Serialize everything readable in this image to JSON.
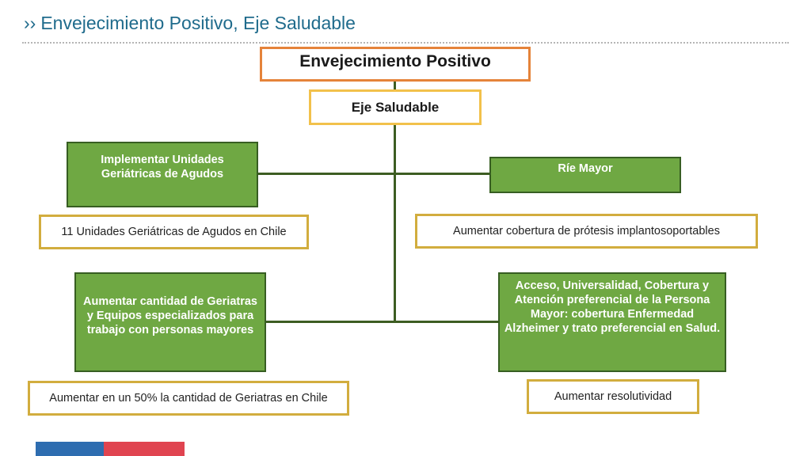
{
  "header": {
    "chevrons": "››",
    "title": "Envejecimiento Positivo, Eje Saludable"
  },
  "diagram": {
    "root": "Envejecimiento Positivo",
    "eje": "Eje Saludable",
    "left_1": "Implementar Unidades Geriátricas de Agudos",
    "left_1_goal": "11 Unidades Geriátricas de Agudos en Chile",
    "right_1": "Ríe Mayor",
    "right_1_goal": "Aumentar cobertura de prótesis implantosoportables",
    "left_2": "Aumentar cantidad de Geriatras y Equipos especializados para trabajo con personas mayores",
    "left_2_goal": "Aumentar en un 50% la cantidad de Geriatras en Chile",
    "right_2": "Acceso, Universalidad, Cobertura y Atención preferencial de la Persona Mayor: cobertura Enfermedad Alzheimer y trato preferencial en Salud.",
    "right_2_goal": "Aumentar resolutividad"
  },
  "colors": {
    "title": "#1f6b8c",
    "root_border": "#e5833a",
    "eje_border": "#f2c14b",
    "green_fill": "#6fa843",
    "green_border": "#375e22",
    "goal_border": "#d2ad3e",
    "connector": "#3d5d22",
    "footer_blue": "#2e6db0",
    "footer_red": "#e04450"
  }
}
